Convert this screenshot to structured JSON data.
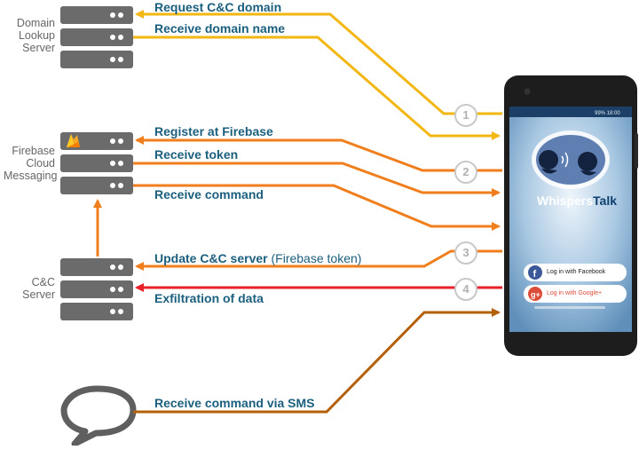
{
  "servers": {
    "domain_lookup": {
      "label_lines": [
        "Domain",
        "Lookup",
        "Server"
      ]
    },
    "firebase": {
      "label_lines": [
        "Firebase",
        "Cloud",
        "Messaging"
      ]
    },
    "cnc": {
      "label_lines": [
        "C&C",
        "Server"
      ]
    }
  },
  "flows": {
    "request_domain": "Request C&C domain",
    "receive_domain": "Receive domain name",
    "register_firebase": "Register at Firebase",
    "receive_token": "Receive token",
    "receive_command": "Receive command",
    "update_cnc": "Update C&C server",
    "update_cnc_note": "(Firebase token)",
    "exfiltration": "Exfiltration of data",
    "receive_sms": "Receive command via SMS"
  },
  "steps": [
    "1",
    "2",
    "3",
    "4"
  ],
  "phone": {
    "app_name_part1": "Whispers",
    "app_name_part2": "Talk",
    "status_right": "99% 18:00",
    "facebook_button": "Log in with Facebook",
    "google_button": "Log in with Google+"
  },
  "colors": {
    "yellow": "#f2b713",
    "orange": "#f07e1c",
    "red": "#e8202a",
    "brown": "#b45f0a",
    "label_blue": "#1b5f7e",
    "server_gray": "#6b6b6b"
  },
  "icons": {
    "firebase": "firebase-flame-icon",
    "sms": "speech-bubble-icon",
    "facebook": "facebook-icon",
    "google": "google-plus-icon"
  }
}
